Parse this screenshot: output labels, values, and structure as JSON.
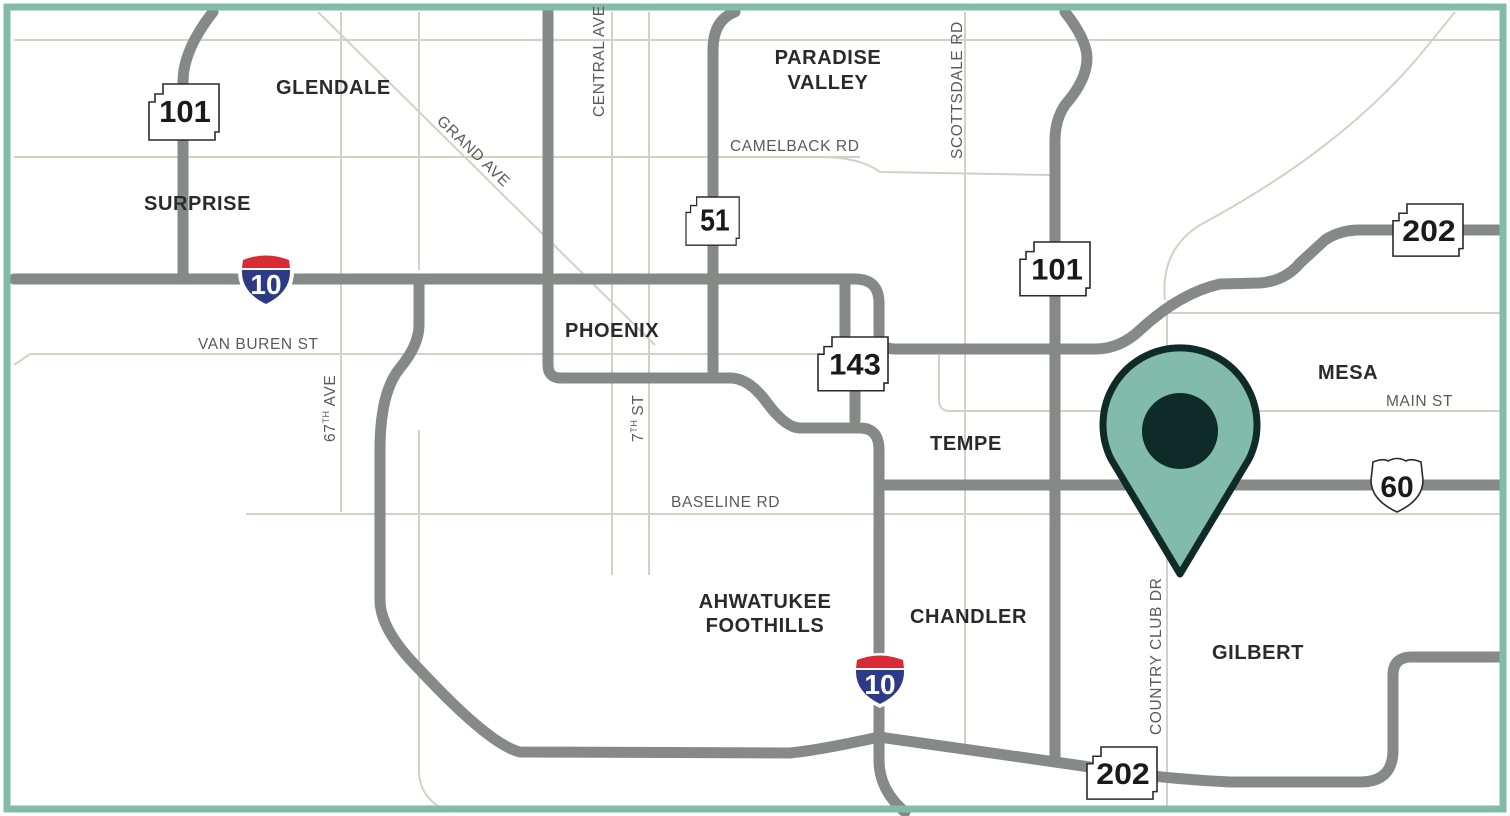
{
  "colors": {
    "frame": "#82bba9",
    "highway": "#858a87",
    "street": "#cfd3c4",
    "marker_fill": "#82bba9",
    "marker_outline": "#0e2b27",
    "interstate_red": "#d72b35",
    "interstate_blue": "#2d3a86"
  },
  "areas": {
    "glendale": "GLENDALE",
    "surprise": "SURPRISE",
    "paradise_valley_1": "PARADISE",
    "paradise_valley_2": "VALLEY",
    "phoenix": "PHOENIX",
    "tempe": "TEMPE",
    "mesa": "MESA",
    "ahwatukee_1": "AHWATUKEE",
    "ahwatukee_2": "FOOTHILLS",
    "chandler": "CHANDLER",
    "gilbert": "GILBERT"
  },
  "streets": {
    "grand_ave": "GRAND AVE",
    "central_ave": "CENTRAL AVE",
    "camelback_rd": "CAMELBACK RD",
    "scottsdale_rd": "SCOTTSDALE RD",
    "van_buren_st": "VAN BUREN ST",
    "ave_67_num": "67",
    "ave_67_sup": "TH",
    "ave_67_word": "AVE",
    "st_7_num": "7",
    "st_7_sup": "TH",
    "st_7_word": "ST",
    "baseline_rd": "BASELINE RD",
    "main_st": "MAIN ST",
    "country_club_dr": "COUNTRY CLUB DR"
  },
  "shields": {
    "sr101_west": "101",
    "i10_west": "10",
    "sr51": "51",
    "sr101_east": "101",
    "sr143": "143",
    "sr202_north": "202",
    "us60": "60",
    "i10_south": "10",
    "sr202_south": "202"
  },
  "marker_icon": "location-pin-icon"
}
